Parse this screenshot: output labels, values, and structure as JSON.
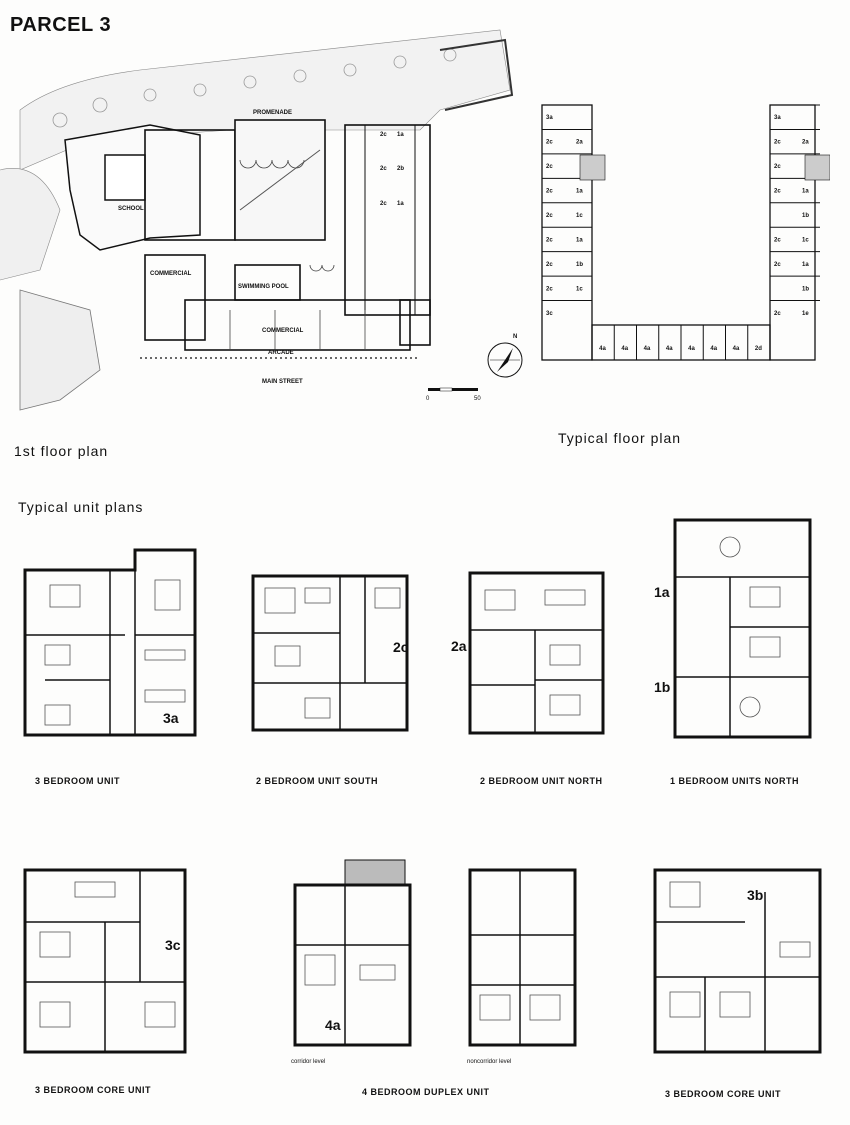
{
  "title": "PARCEL 3",
  "site_plan": {
    "caption": "1st floor plan",
    "labels": {
      "promenade": "PROMENADE",
      "school": "SCHOOL",
      "commercial_west": "COMMERCIAL",
      "swimming_pool": "SWIMMING POOL",
      "commercial_south": "COMMERCIAL",
      "arcade": "ARCADE",
      "main_street": "MAIN STREET",
      "north": "N",
      "scale_0": "0",
      "scale_50": "50"
    },
    "wing_units": [
      "2c",
      "1a",
      "2c",
      "2b",
      "2c",
      "1a"
    ]
  },
  "typical_floor": {
    "caption": "Typical floor plan",
    "left_wing": [
      [
        "3a",
        ""
      ],
      [
        "2c",
        "2a"
      ],
      [
        "2c",
        ""
      ],
      [
        "2c",
        "1a"
      ],
      [
        "2c",
        "1c"
      ],
      [
        "2c",
        "1a"
      ],
      [
        "2c",
        "1b"
      ],
      [
        "2c",
        "1c"
      ],
      [
        "3c",
        ""
      ]
    ],
    "right_wing": [
      [
        "3a",
        ""
      ],
      [
        "2c",
        "2a"
      ],
      [
        "2c",
        ""
      ],
      [
        "2c",
        "1a"
      ],
      [
        "",
        "1b"
      ],
      [
        "2c",
        "1c"
      ],
      [
        "2c",
        "1a"
      ],
      [
        "",
        "1b"
      ],
      [
        "2c",
        "1e"
      ]
    ],
    "bottom_row": [
      "4a",
      "4a",
      "4a",
      "4a",
      "4a",
      "4a",
      "4a",
      "2d"
    ]
  },
  "unit_plans": {
    "heading": "Typical unit plans",
    "units": [
      {
        "caption": "3 BEDROOM UNIT",
        "tags": [
          "3a"
        ]
      },
      {
        "caption": "2 BEDROOM UNIT  SOUTH",
        "tags": [
          "2c"
        ]
      },
      {
        "caption": "2 BEDROOM UNIT    NORTH",
        "tags": [
          "2a"
        ]
      },
      {
        "caption": "1 BEDROOM UNITS   NORTH",
        "tags": [
          "1a",
          "1b"
        ]
      },
      {
        "caption": "3 BEDROOM  CORE  UNIT",
        "tags": [
          "3c"
        ]
      },
      {
        "caption": "4 BEDROOM  DUPLEX  UNIT",
        "tags": [
          "4a"
        ],
        "sublabels": [
          "corridor level",
          "noncorridor level"
        ]
      },
      {
        "caption": "3 BEDROOM  CORE  UNIT",
        "tags": [
          "3b"
        ]
      }
    ]
  }
}
